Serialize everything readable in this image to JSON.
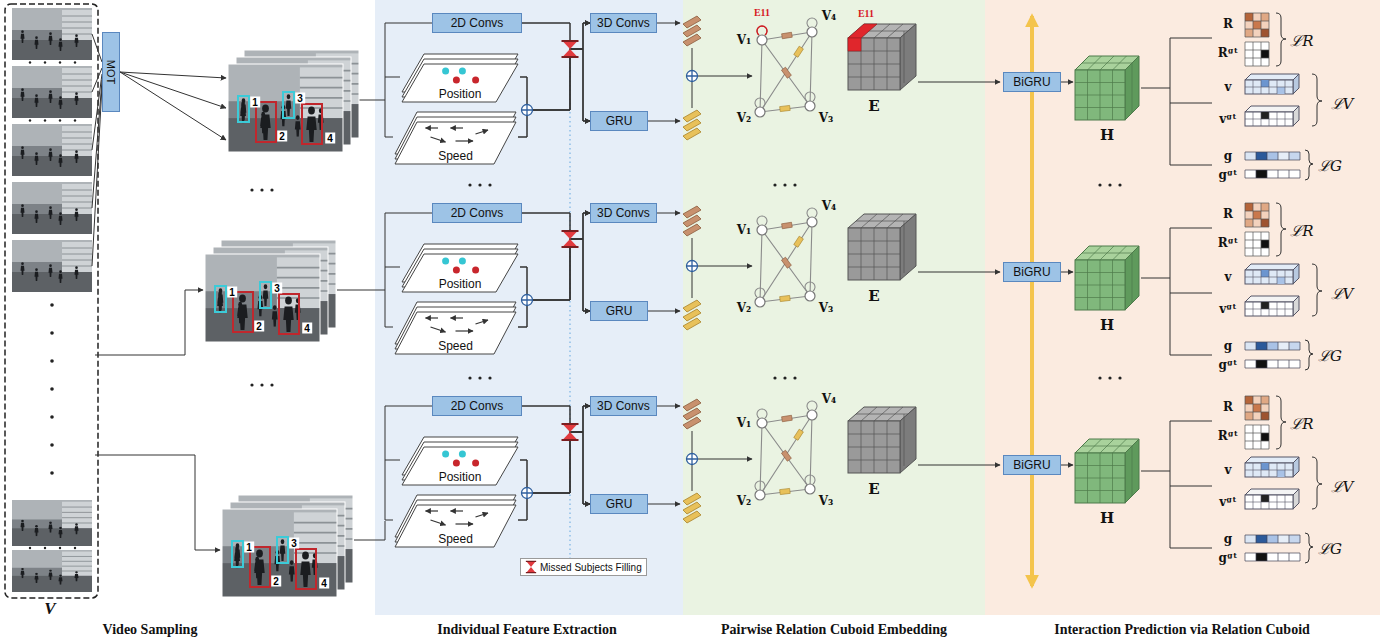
{
  "diagram": {
    "nodes": [
      {
        "text": [
          "MOT"
        ]
      },
      {
        "text": [
          "2D Convs"
        ]
      },
      {
        "text": [
          "Position"
        ]
      },
      {
        "text": [
          "Speed"
        ]
      },
      {
        "text": [
          "3D Convs"
        ]
      },
      {
        "text": [
          "GRU"
        ]
      },
      {
        "text": [
          "BiGRU"
        ]
      },
      {
        "text": [
          "2D Convs"
        ]
      },
      {
        "text": [
          "Position"
        ]
      },
      {
        "text": [
          "Speed"
        ]
      },
      {
        "text": [
          "3D Convs"
        ]
      },
      {
        "text": [
          "GRU"
        ]
      },
      {
        "text": [
          "BiGRU"
        ]
      },
      {
        "text": [
          "2D Convs"
        ]
      },
      {
        "text": [
          "Position"
        ]
      },
      {
        "text": [
          "Speed"
        ]
      },
      {
        "text": [
          "3D Convs"
        ]
      },
      {
        "text": [
          "GRU"
        ]
      },
      {
        "text": [
          "BiGRU"
        ]
      }
    ],
    "edges": [
      {
        "from": 1,
        "to": 4,
        "arrow": "to"
      },
      {
        "from": 1,
        "to": 5,
        "arrow": "to"
      },
      {
        "from": 2,
        "to": 4,
        "arrow": "to"
      },
      {
        "from": 2,
        "to": 5,
        "arrow": "to"
      },
      {
        "from": 3,
        "to": 4,
        "arrow": "to"
      },
      {
        "from": 3,
        "to": 5,
        "arrow": "to"
      },
      {
        "from": 7,
        "to": 10,
        "arrow": "to"
      },
      {
        "from": 7,
        "to": 11,
        "arrow": "to"
      },
      {
        "from": 8,
        "to": 10,
        "arrow": "to"
      },
      {
        "from": 8,
        "to": 11,
        "arrow": "to"
      },
      {
        "from": 9,
        "to": 10,
        "arrow": "to"
      },
      {
        "from": 9,
        "to": 11,
        "arrow": "to"
      },
      {
        "from": 13,
        "to": 16,
        "arrow": "to"
      },
      {
        "from": 13,
        "to": 17,
        "arrow": "to"
      },
      {
        "from": 14,
        "to": 16,
        "arrow": "to"
      },
      {
        "from": 14,
        "to": 17,
        "arrow": "to"
      },
      {
        "from": 15,
        "to": 16,
        "arrow": "to"
      },
      {
        "from": 15,
        "to": 17,
        "arrow": "to"
      }
    ],
    "labels": [
      "V",
      "1",
      "2",
      "3",
      "4",
      "1",
      "2",
      "3",
      "4",
      "1",
      "2",
      "3",
      "4",
      "E11",
      "E11",
      "V₁",
      "V₂",
      "V₃",
      "V₄",
      "E",
      "H",
      "R",
      "Rᵍᵗ",
      "ℒR",
      "v",
      "vᵍᵗ",
      "ℒV",
      "g",
      "gᵍᵗ",
      "ℒG",
      "V₁",
      "V₂",
      "V₃",
      "V₄",
      "E",
      "H",
      "R",
      "Rᵍᵗ",
      "ℒR",
      "v",
      "vᵍᵗ",
      "ℒV",
      "g",
      "gᵍᵗ",
      "ℒG",
      "V₁",
      "V₂",
      "V₃",
      "V₄",
      "E",
      "H",
      "R",
      "Rᵍᵗ",
      "ℒR",
      "v",
      "vᵍᵗ",
      "ℒV",
      "g",
      "gᵍᵗ",
      "ℒG",
      "Video Sampling",
      "Individual Feature Extraction",
      "Pairwise Relation Cuboid Embedding",
      "Interaction Prediction via Relation Cuboid"
    ],
    "legend": [
      {
        "text": "Missed Subjects Filling"
      }
    ]
  }
}
